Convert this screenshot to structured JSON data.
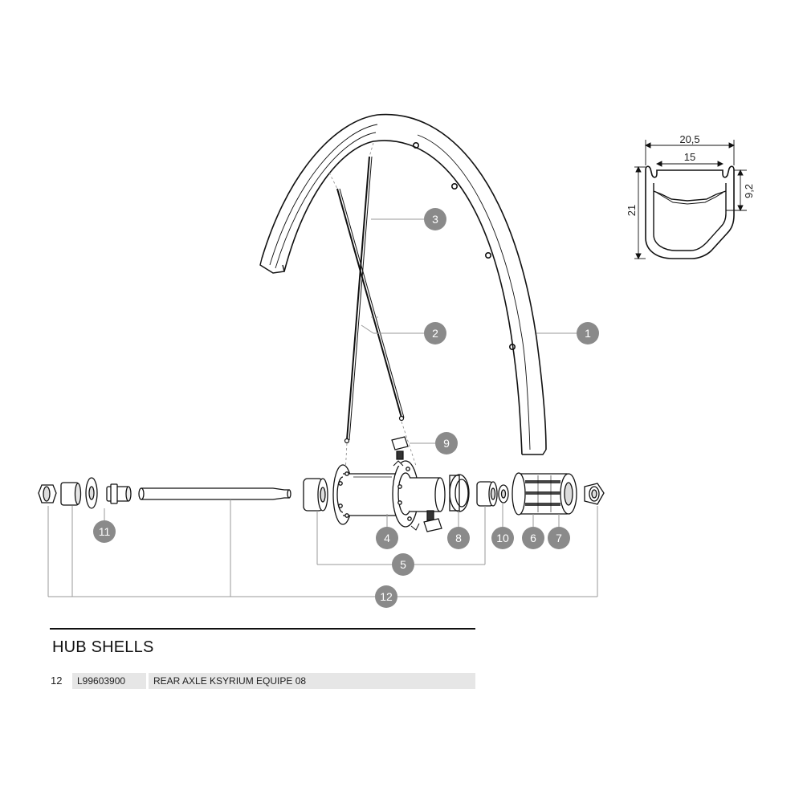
{
  "callouts": [
    "1",
    "2",
    "3",
    "4",
    "5",
    "6",
    "7",
    "8",
    "9",
    "10",
    "11",
    "12"
  ],
  "rim_profile": {
    "outer_width": "20,5",
    "inner_width": "15",
    "height": "21",
    "well_depth": "9,2"
  },
  "section": {
    "title": "HUB SHELLS"
  },
  "parts_table": {
    "rows": [
      {
        "number": "12",
        "reference": "L99603900",
        "description": "REAR AXLE KSYRIUM EQUIPE 08"
      }
    ]
  },
  "colors": {
    "callout_fill": "#8a8a8a",
    "line": "#111111",
    "leader": "#9a9a9a",
    "table_cell": "#e6e6e6"
  }
}
